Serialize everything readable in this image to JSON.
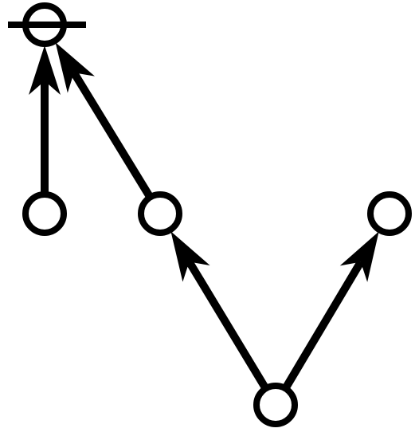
{
  "diagram": {
    "type": "directed-tree",
    "colors": {
      "stroke": "#000000",
      "node_fill": "#ffffff",
      "background": "#ffffff"
    },
    "nodes": [
      {
        "id": "n1",
        "role": "root",
        "marker": "horizontal-bar"
      },
      {
        "id": "n2"
      },
      {
        "id": "n3"
      },
      {
        "id": "n4"
      },
      {
        "id": "n5"
      }
    ],
    "edges": [
      {
        "from": "n2",
        "to": "n1"
      },
      {
        "from": "n3",
        "to": "n1"
      },
      {
        "from": "n5",
        "to": "n3"
      },
      {
        "from": "n5",
        "to": "n4"
      }
    ]
  }
}
